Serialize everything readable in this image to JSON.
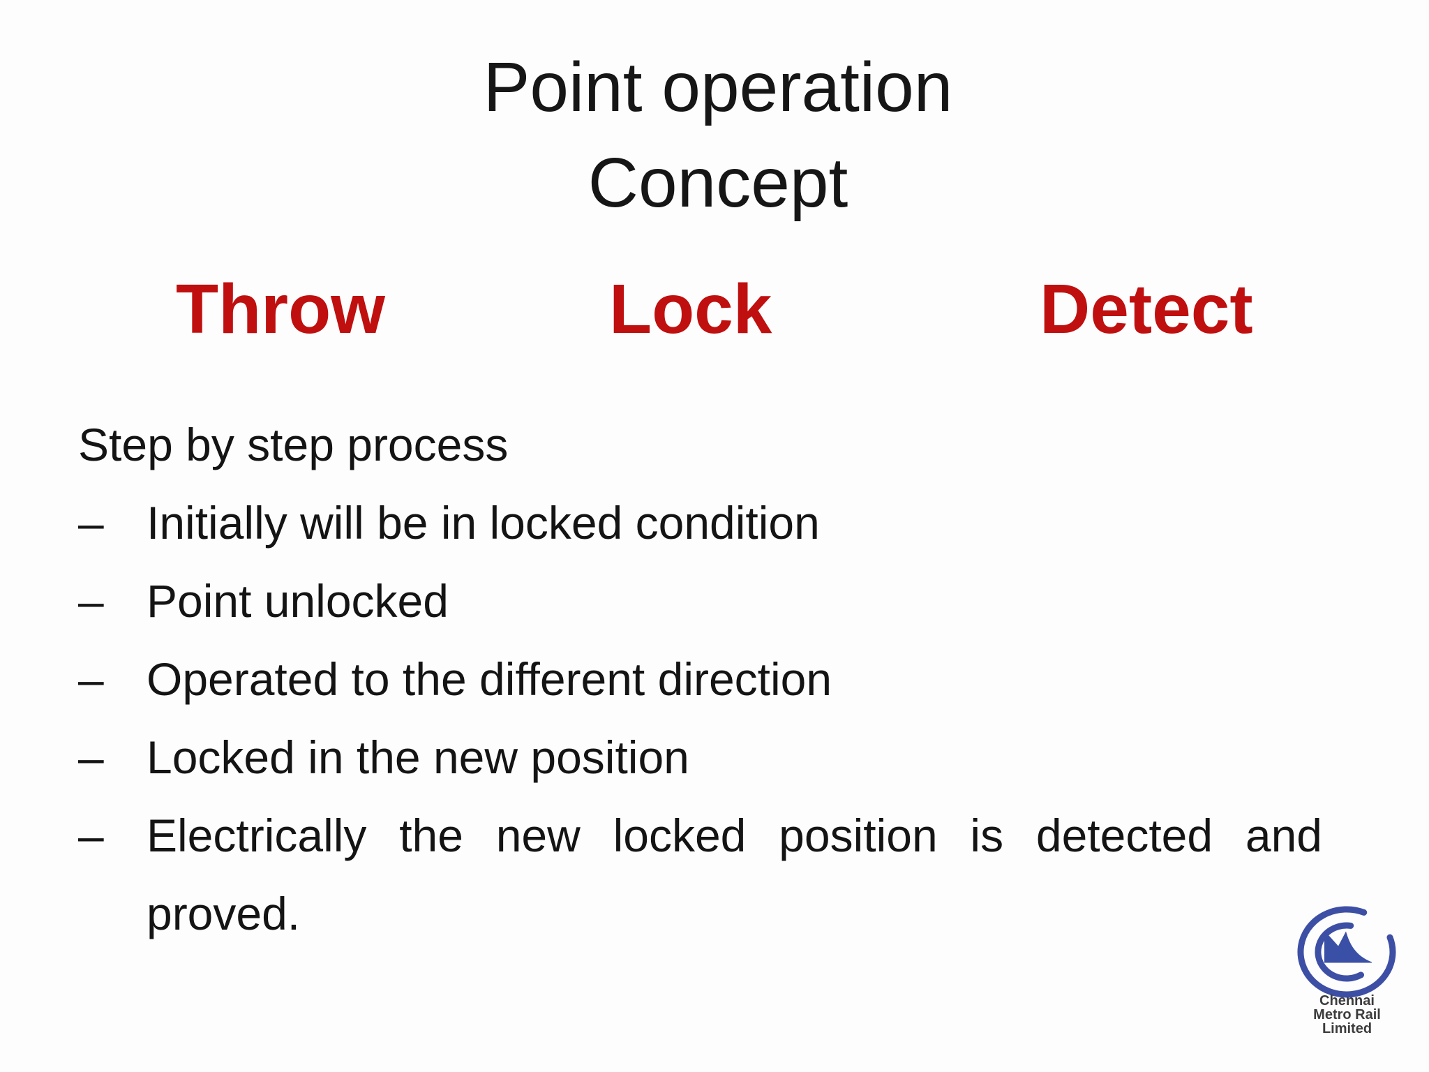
{
  "slide": {
    "background_color": "#fdfdfd",
    "title": {
      "line1": "Point operation",
      "line2": "Concept",
      "color": "#161616"
    },
    "keywords": {
      "color": "#c00f0f",
      "items": [
        {
          "label": "Throw"
        },
        {
          "label": "Lock"
        },
        {
          "label": "Detect"
        }
      ]
    },
    "body": {
      "intro": "Step by step process",
      "bullet_char": "–",
      "bullets": [
        "Initially will be in locked condition",
        "Point unlocked",
        "Operated to the different direction",
        "Locked in the new position",
        "Electrically the new locked position is detected and proved."
      ]
    },
    "logo": {
      "mark": "chennai-metro-rail-monogram",
      "mark_color": "#3d4fa4",
      "text_color": "#3c3c3c",
      "org_line1": "Chennai",
      "org_line2": "Metro Rail",
      "org_line3": "Limited"
    }
  }
}
